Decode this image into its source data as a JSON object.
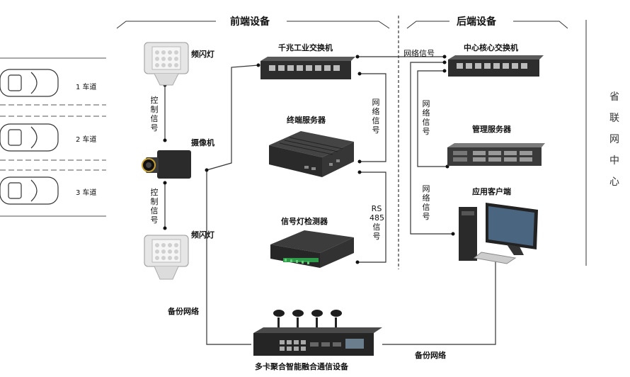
{
  "sections": {
    "front": "前端设备",
    "back": "后端设备"
  },
  "lanes": [
    "1 车道",
    "2 车道",
    "3 车道"
  ],
  "devices": {
    "flash_top": "频闪灯",
    "camera": "摄像机",
    "flash_bottom": "频闪灯",
    "industrial_switch": "千兆工业交换机",
    "terminal_server": "终端服务器",
    "signal_detector": "信号灯检测器",
    "core_switch": "中心核心交换机",
    "mgmt_server": "管理服务器",
    "client": "应用客户端",
    "comm_device": "多卡聚合智能融合通信设备"
  },
  "signals": {
    "control_top": "控制信号",
    "control_bottom": "控制信号",
    "network_v1": "网络信号",
    "rs485": [
      "RS",
      "485",
      "信",
      "号"
    ],
    "network_h": "网络信号",
    "network_v2": "网络信号",
    "network_v3": "网络信号",
    "backup_left": "备份网络",
    "backup_right": "备份网络"
  },
  "province": "省联网中心"
}
